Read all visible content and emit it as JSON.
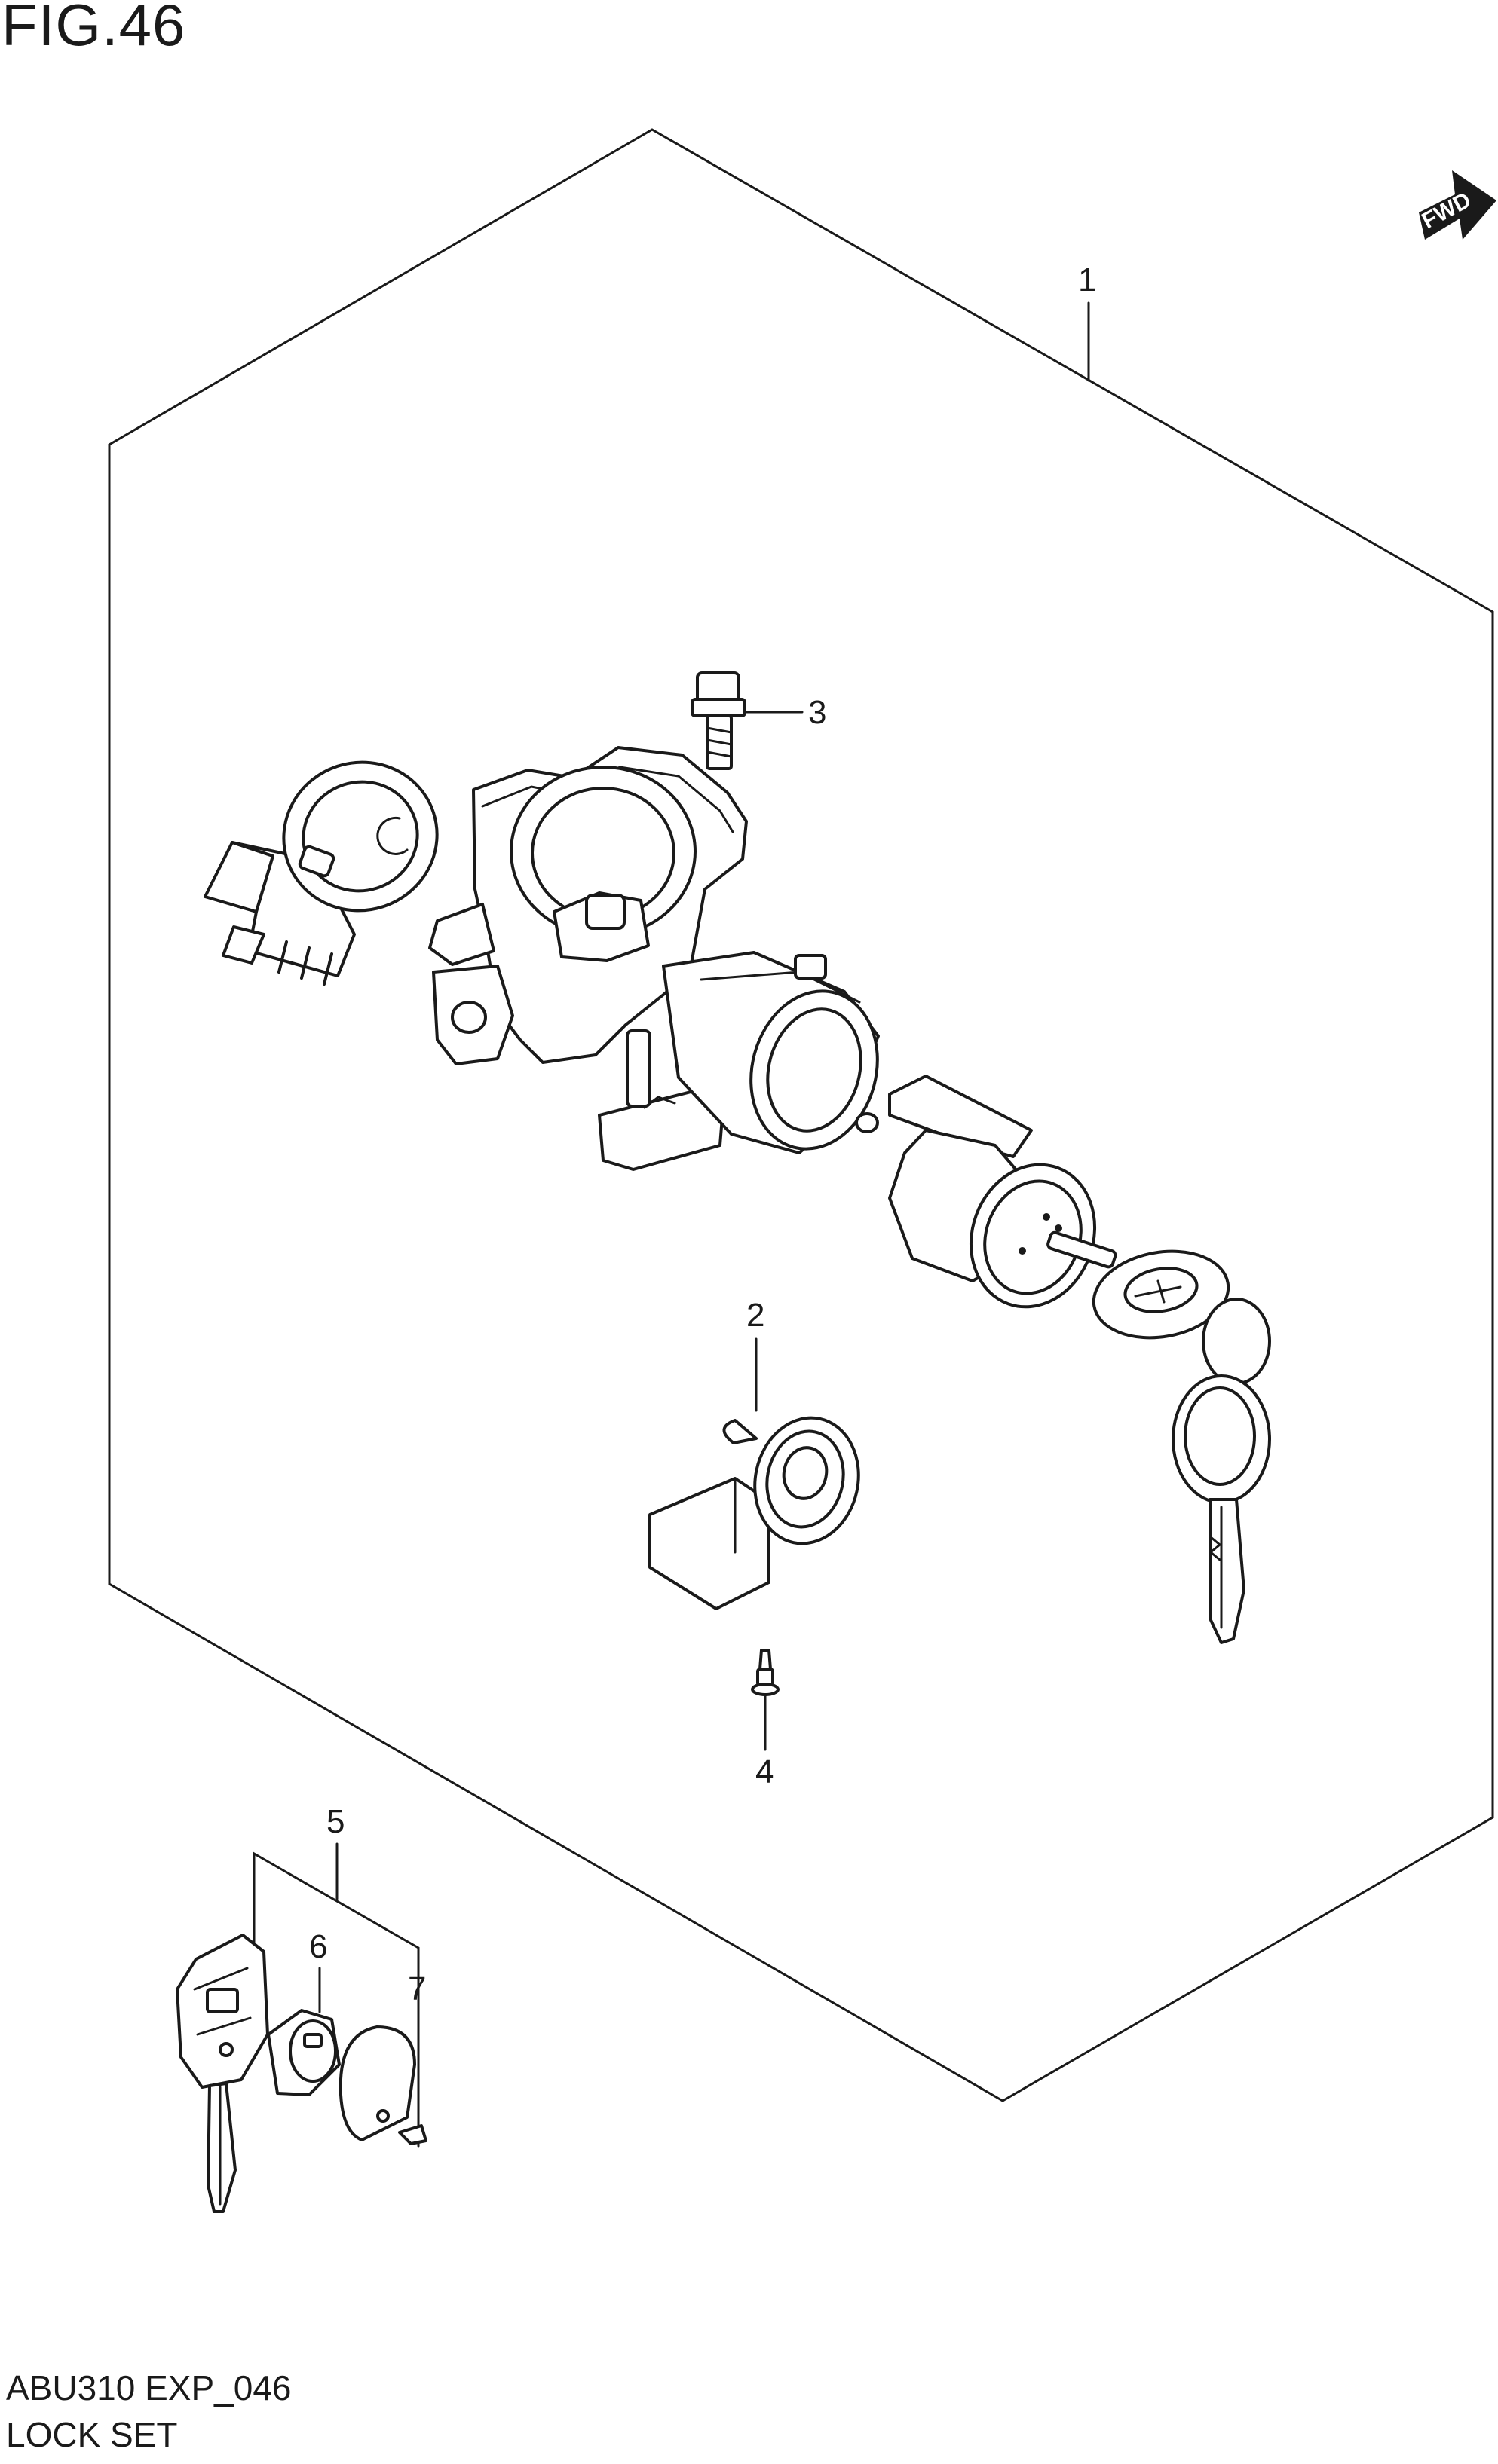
{
  "figure": {
    "title": "FIG.46"
  },
  "footer": {
    "code": "ABU310 EXP_046",
    "name": "LOCK SET"
  },
  "direction_marker": {
    "label": "FWD",
    "icon": "fwd-arrow-icon"
  },
  "callouts": [
    {
      "number": "1",
      "part": "lock-set-assembly"
    },
    {
      "number": "2",
      "part": "seat-lock-cylinder"
    },
    {
      "number": "3",
      "part": "bolt"
    },
    {
      "number": "4",
      "part": "screw"
    },
    {
      "number": "5",
      "part": "key-set"
    },
    {
      "number": "6",
      "part": "key-core"
    },
    {
      "number": "7",
      "part": "key-cover"
    }
  ],
  "colors": {
    "line": "#1a1a1a",
    "background": "#ffffff"
  }
}
